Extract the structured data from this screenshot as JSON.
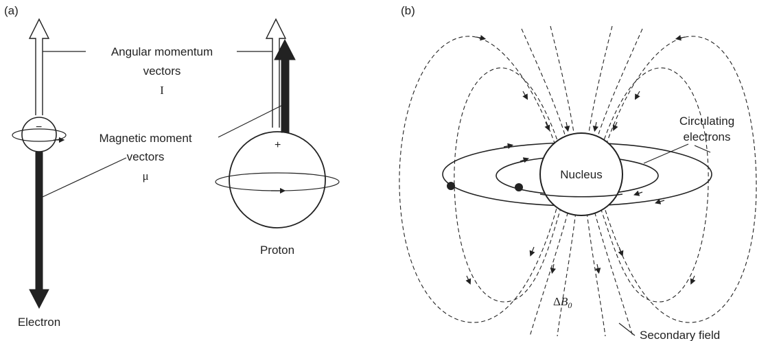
{
  "panel_a": {
    "tag": "(a)",
    "angular_label_1": "Angular momentum",
    "angular_label_2": "vectors",
    "angular_symbol": "I",
    "magnetic_label_1": "Magnetic moment",
    "magnetic_label_2": "vectors",
    "magnetic_symbol": "μ",
    "electron_label": "Electron",
    "electron_sign": "−",
    "proton_label": "Proton",
    "proton_sign": "+"
  },
  "panel_b": {
    "tag": "(b)",
    "nucleus_label": "Nucleus",
    "circulating_label_1": "Circulating",
    "circulating_label_2": "electrons",
    "field_delta": "Δ",
    "field_symbol": "B",
    "field_subscript": "0",
    "secondary_field_label": "Secondary field"
  },
  "colors": {
    "ink": "#222222",
    "background": "#ffffff"
  }
}
